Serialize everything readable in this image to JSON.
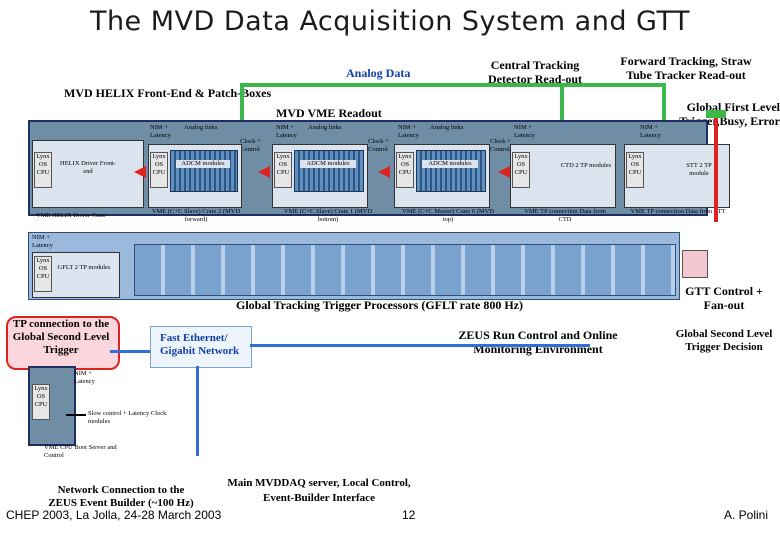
{
  "title": "The MVD Data Acquisition System and GTT",
  "labels": {
    "analog_data": "Analog Data",
    "ctd_readout": "Central Tracking Detector Read-out",
    "forward_tracking": "Forward Tracking, Straw Tube Tracker Read-out",
    "helix_frontend": "MVD HELIX Front-End & Patch-Boxes",
    "global_first_level": "Global First Level Trigger,Busy, Error",
    "mvd_vme_readout": "MVD VME Readout",
    "gtt_processors": "Global Tracking Trigger Processors (GFLT rate 800 Hz)",
    "gtt_control": "GTT Control + Fan-out",
    "tp_connection": "TP connection to the Global Second Level Trigger",
    "fast_ethernet": "Fast Ethernet/ Gigabit Network",
    "zeus_run_control": "ZEUS Run Control and Online Monitoring Environment",
    "global_second_level": "Global Second Level Trigger Decision",
    "main_server": "Main MVDDAQ server, Local Control, Event-Builder Interface",
    "network_connection": "Network Connection to the ZEUS Event Builder (~100 Hz)"
  },
  "small_labels": {
    "nim_latency": "NIM + Latency",
    "analog_links": "Analog links",
    "clock_control": "Clock + Control",
    "lynx_os_cpu": "Lynx OS CPU",
    "helix_driver_frontend": "HELIX Driver Front-end",
    "vme_helix_driver_crate": "VME HELIX Driver Crate",
    "adcm_modules": "ADCM modules",
    "crate2": "VME (C+C Slave) Crate 2 (MVD forward)",
    "crate1": "VME (C+C Slave) Crate 1 (MVD bottom)",
    "crate0": "VME (C+C Master) Crate 0 (MVD top)",
    "ctd2tp": "CTD 2 TP modules",
    "stt2tp": "STT 2 TP module",
    "vme_tp_ctd": "VME TP connection Data from CTD",
    "vme_tp_stt": "VME TP connection Data from STT",
    "gflt2tp": "GFLT 2 TP modules",
    "slow_control": "Slow control + Latency Clock modules",
    "boot_server": "VME CPU Boot Server and Control"
  },
  "footer": {
    "conference": "CHEP 2003, La Jolla, 24-28 March 2003",
    "page": "12",
    "author": "A. Polini"
  },
  "colors": {
    "analog_line": "#3cb84a",
    "network_line": "#2f6fd6",
    "trigger_arrow": "#dd2222",
    "network_text": "#0f3ea8"
  }
}
